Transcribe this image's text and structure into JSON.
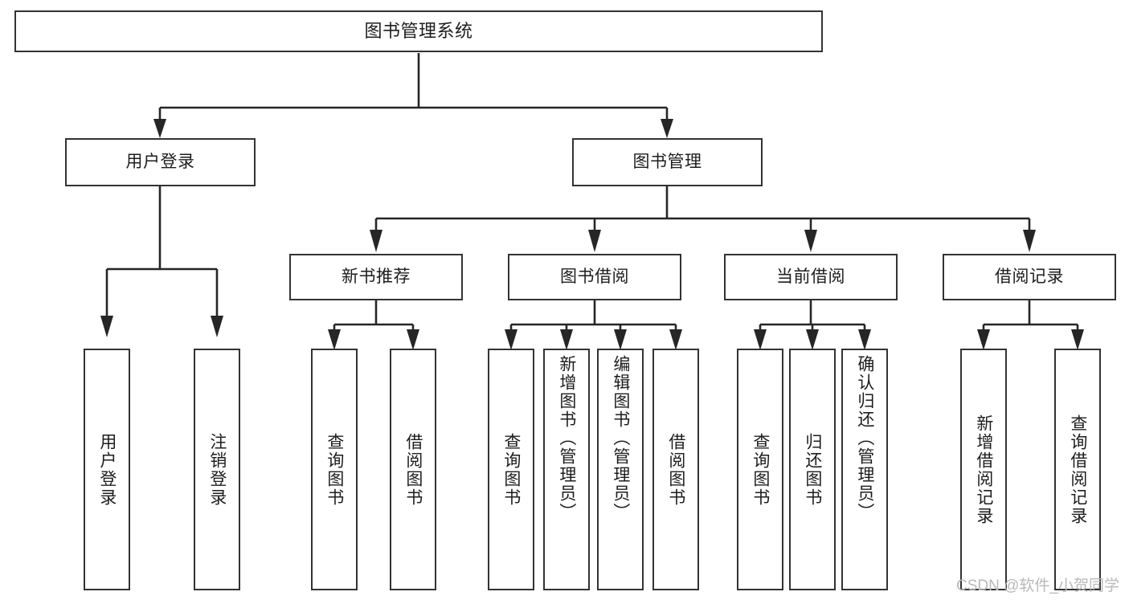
{
  "diagram": {
    "title": "图书管理系统",
    "type": "tree",
    "watermark": "CSDN @软件_小贺同学",
    "colors": {
      "box_border": "#333333",
      "connector": "#262626",
      "background": "#ffffff",
      "text": "#1d1d1d",
      "watermark": "#b9b9b9"
    }
  },
  "nodes": {
    "root": {
      "label": "图书管理系统",
      "level": 1
    },
    "level2": [
      {
        "id": "user-login",
        "label": "用户登录"
      },
      {
        "id": "book-manage",
        "label": "图书管理"
      }
    ],
    "level3": [
      {
        "id": "new-book-recommend",
        "label": "新书推荐"
      },
      {
        "id": "book-borrow",
        "label": "图书借阅"
      },
      {
        "id": "current-borrow",
        "label": "当前借阅"
      },
      {
        "id": "borrow-record",
        "label": "借阅记录"
      }
    ],
    "leaves": {
      "user-login": [
        {
          "id": "leaf-user-login",
          "label": "用户登录"
        },
        {
          "id": "leaf-logout-login",
          "label": "注销登录"
        }
      ],
      "new-book-recommend": [
        {
          "id": "leaf-query-book-1",
          "label": "查询图书"
        },
        {
          "id": "leaf-borrow-book-1",
          "label": "借阅图书"
        }
      ],
      "book-borrow": [
        {
          "id": "leaf-query-book-2",
          "label": "查询图书"
        },
        {
          "id": "leaf-add-book",
          "label": "新增图书（管理员）"
        },
        {
          "id": "leaf-edit-book",
          "label": "编辑图书（管理员）"
        },
        {
          "id": "leaf-borrow-book-2",
          "label": "借阅图书"
        }
      ],
      "current-borrow": [
        {
          "id": "leaf-query-book-3",
          "label": "查询图书"
        },
        {
          "id": "leaf-return-book",
          "label": "归还图书"
        },
        {
          "id": "leaf-confirm-return",
          "label": "确认归还（管理员）"
        }
      ],
      "borrow-record": [
        {
          "id": "leaf-add-record",
          "label": "新增借阅记录"
        },
        {
          "id": "leaf-query-record",
          "label": "查询借阅记录"
        }
      ]
    }
  }
}
